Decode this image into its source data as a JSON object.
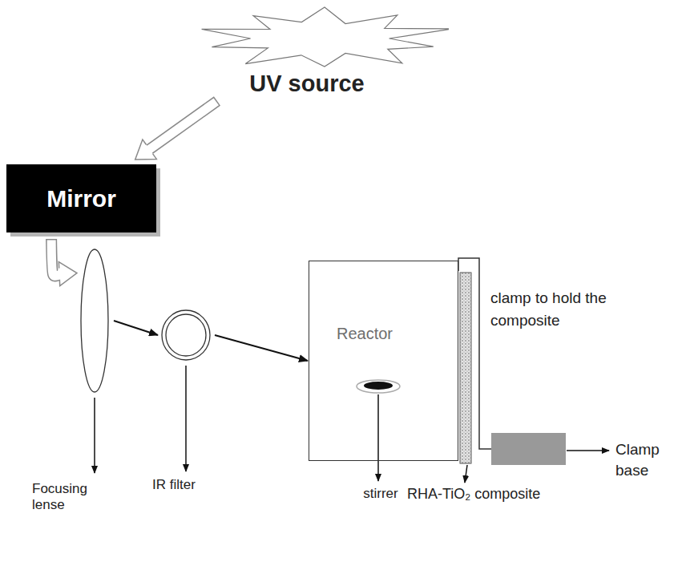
{
  "diagram": {
    "nodes": [
      {
        "text": [
          "UV source"
        ]
      },
      {
        "text": [
          "Mirror"
        ]
      },
      {
        "text": [
          "Focusing lense"
        ]
      },
      {
        "text": [
          "IR filter"
        ]
      },
      {
        "text": [
          "Reactor"
        ]
      }
    ],
    "edges": [
      {
        "from": 0,
        "to": 1,
        "arrow": "to"
      },
      {
        "from": 1,
        "to": 2,
        "arrow": "to"
      },
      {
        "from": 2,
        "to": 3,
        "arrow": "to"
      },
      {
        "from": 3,
        "to": 4,
        "arrow": "to"
      }
    ],
    "labels": [
      "clamp to hold the composite",
      "Clamp base",
      "stirrer",
      "RHA-TiO₂ composite"
    ]
  }
}
